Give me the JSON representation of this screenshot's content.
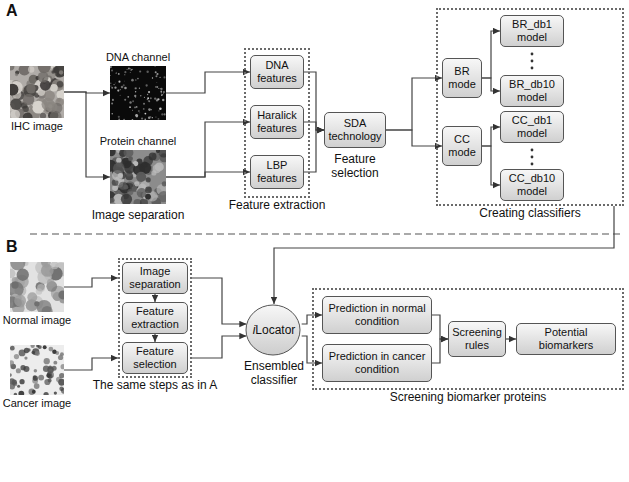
{
  "diagram": {
    "nodes": [
      {
        "text": [
          "IHC image"
        ]
      },
      {
        "text": [
          "DNA channel"
        ]
      },
      {
        "text": [
          "Protein channel"
        ]
      },
      {
        "text": [
          "Feature extraction"
        ]
      },
      {
        "text": [
          "DNA features"
        ],
        "in": 3
      },
      {
        "text": [
          "Haralick features"
        ],
        "in": 3
      },
      {
        "text": [
          "LBP features"
        ],
        "in": 3
      },
      {
        "text": [
          "SDA technology"
        ]
      },
      {
        "text": [
          "Creating classifiers"
        ]
      },
      {
        "text": [
          "BR mode"
        ],
        "in": 8
      },
      {
        "text": [
          "BR_db1 model"
        ],
        "in": 8
      },
      {
        "text": [
          "BR_db10 model"
        ],
        "in": 8
      },
      {
        "text": [
          "CC mode"
        ],
        "in": 8
      },
      {
        "text": [
          "CC_db1 model"
        ],
        "in": 8
      },
      {
        "text": [
          "CC_db10 model"
        ],
        "in": 8
      },
      {
        "text": [
          "Normal image"
        ]
      },
      {
        "text": [
          "Cancer image"
        ]
      },
      {
        "text": [
          "The same steps as in A"
        ]
      },
      {
        "text": [
          "Image separation"
        ],
        "in": 17
      },
      {
        "text": [
          "Feature extraction"
        ],
        "in": 17
      },
      {
        "text": [
          "Feature selection"
        ],
        "in": 17
      },
      {
        "text": [
          "iLocator"
        ]
      },
      {
        "text": [
          "Screening biomarker proteins"
        ]
      },
      {
        "text": [
          "Prediction in normal condition"
        ],
        "in": 22
      },
      {
        "text": [
          "Prediction in cancer condition"
        ],
        "in": 22
      },
      {
        "text": [
          "Screening rules"
        ],
        "in": 22
      },
      {
        "text": [
          "Potential biomarkers"
        ],
        "in": 22
      }
    ],
    "edges": [
      {
        "from": 0,
        "to": 1,
        "arrow": "to"
      },
      {
        "from": 0,
        "to": 2,
        "arrow": "to"
      },
      {
        "from": 1,
        "to": 4,
        "arrow": "to"
      },
      {
        "from": 2,
        "to": 5,
        "arrow": "to"
      },
      {
        "from": 2,
        "to": 6,
        "arrow": "to"
      },
      {
        "from": 4,
        "to": 7,
        "arrow": "to"
      },
      {
        "from": 5,
        "to": 7,
        "arrow": "to"
      },
      {
        "from": 6,
        "to": 7,
        "arrow": "to"
      },
      {
        "from": 7,
        "to": 9,
        "arrow": "to"
      },
      {
        "from": 7,
        "to": 12,
        "arrow": "to"
      },
      {
        "from": 9,
        "to": 10,
        "arrow": "to"
      },
      {
        "from": 9,
        "to": 11,
        "arrow": "to"
      },
      {
        "from": 12,
        "to": 13,
        "arrow": "to"
      },
      {
        "from": 12,
        "to": 14,
        "arrow": "to"
      },
      {
        "from": 8,
        "to": 21,
        "arrow": "to"
      },
      {
        "from": 15,
        "to": 17,
        "arrow": "to"
      },
      {
        "from": 16,
        "to": 17,
        "arrow": "to"
      },
      {
        "from": 17,
        "to": 21,
        "arrow": "to"
      },
      {
        "from": 17,
        "to": 21,
        "arrow": "to"
      },
      {
        "from": 18,
        "to": 19,
        "arrow": "to"
      },
      {
        "from": 19,
        "to": 20,
        "arrow": "to"
      },
      {
        "from": 21,
        "to": 23,
        "arrow": "to"
      },
      {
        "from": 21,
        "to": 24,
        "arrow": "to"
      },
      {
        "from": 23,
        "to": 25,
        "arrow": "to"
      },
      {
        "from": 24,
        "to": 25,
        "arrow": "to"
      },
      {
        "from": 25,
        "to": 26,
        "arrow": "to"
      }
    ],
    "labels": [
      "A",
      "B",
      "Image separation",
      "Feature selection",
      "Ensembled classifier"
    ]
  }
}
